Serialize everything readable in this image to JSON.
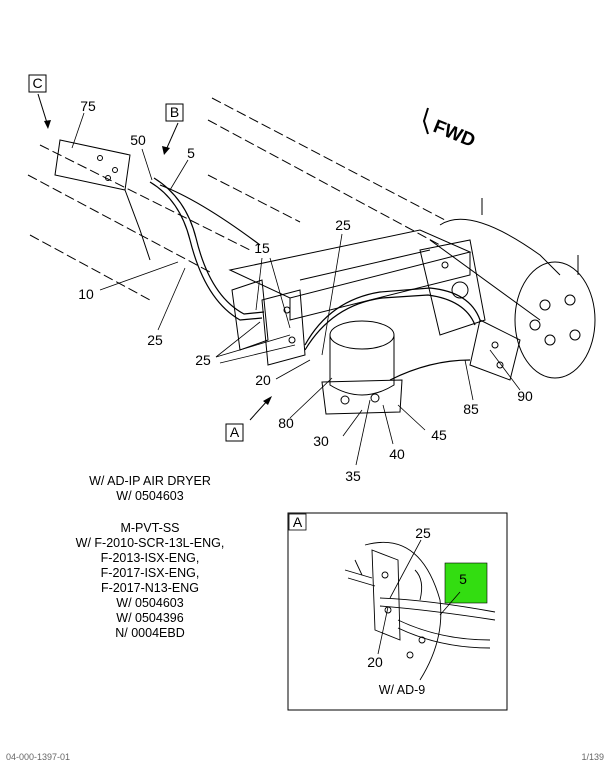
{
  "view_labels": {
    "c": "C",
    "b": "B",
    "a": "A",
    "detail_a": "A"
  },
  "fwd_label": "FWD",
  "callouts": {
    "c75": "75",
    "c50": "50",
    "c5": "5",
    "c25_top": "25",
    "c15": "15",
    "c10": "10",
    "c25_left": "25",
    "c25_group": "25",
    "c20": "20",
    "c80": "80",
    "c30": "30",
    "c35": "35",
    "c40": "40",
    "c45": "45",
    "c85": "85",
    "c90": "90"
  },
  "detail": {
    "c25": "25",
    "c20": "20",
    "c5": "5",
    "caption": "W/ AD-9",
    "highlight_color": "#33dd11"
  },
  "notes": {
    "air_dryer": [
      "W/ AD-IP AIR DRYER",
      "W/ 0504603"
    ],
    "conditions": [
      "M-PVT-SS",
      "W/ F-2010-SCR-13L-ENG,",
      "F-2013-ISX-ENG,",
      "F-2017-ISX-ENG,",
      "F-2017-N13-ENG",
      "W/ 0504603",
      "W/ 0504396",
      "N/ 0004EBD"
    ]
  },
  "footer": {
    "left": "04-000-1397-01",
    "right": "1/139"
  }
}
